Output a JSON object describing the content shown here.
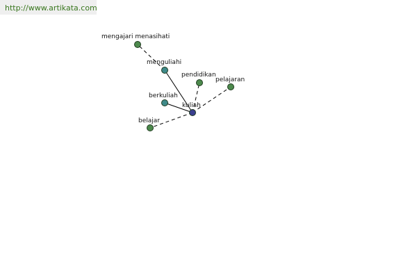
{
  "source_url": "http://www.artikata.com",
  "colors": {
    "center_node": "#3a3f8f",
    "teal_node": "#3f8a8a",
    "green_node": "#4d8a4d",
    "node_stroke": "#1f3a1f",
    "edge": "#000000",
    "url_text": "#38761d"
  },
  "graph": {
    "center": {
      "id": "kuliah",
      "label": "kuliah"
    },
    "nodes": [
      {
        "id": "mengajari_menasihati",
        "label": "mengajari menasihati",
        "kind": "green"
      },
      {
        "id": "menguliahi",
        "label": "menguliahi",
        "kind": "teal"
      },
      {
        "id": "pendidikan",
        "label": "pendidikan",
        "kind": "green"
      },
      {
        "id": "pelajaran",
        "label": "pelajaran",
        "kind": "green"
      },
      {
        "id": "berkuliah",
        "label": "berkuliah",
        "kind": "teal"
      },
      {
        "id": "belajar",
        "label": "belajar",
        "kind": "green"
      }
    ],
    "edges": [
      {
        "from": "kuliah",
        "to": "menguliahi",
        "style": "solid"
      },
      {
        "from": "kuliah",
        "to": "berkuliah",
        "style": "solid"
      },
      {
        "from": "menguliahi",
        "to": "mengajari_menasihati",
        "style": "dashed"
      },
      {
        "from": "kuliah",
        "to": "pendidikan",
        "style": "dashed"
      },
      {
        "from": "kuliah",
        "to": "pelajaran",
        "style": "dashed"
      },
      {
        "from": "kuliah",
        "to": "belajar",
        "style": "dashed"
      }
    ]
  }
}
